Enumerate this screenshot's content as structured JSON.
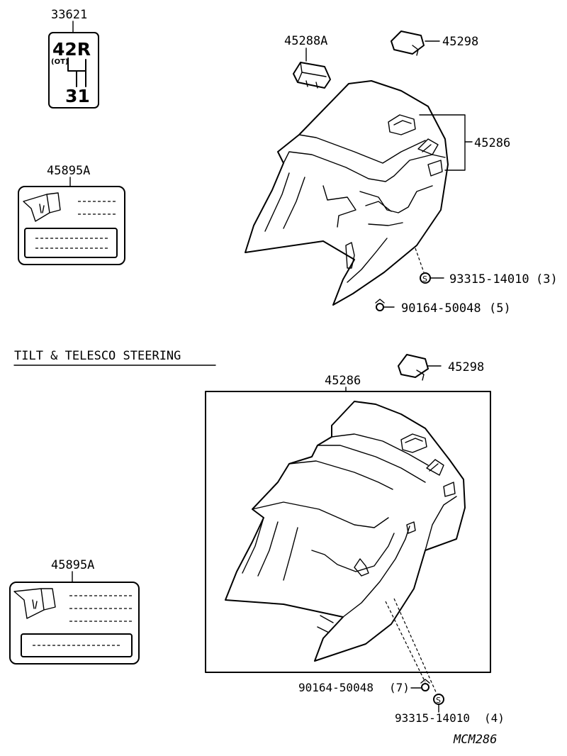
{
  "top_section": {
    "shift_plate": {
      "part_no": "33621",
      "pattern_top": "42R",
      "pattern_note": "(OT)",
      "pattern_bottom": "31"
    },
    "label_plate": {
      "part_no": "45895A"
    },
    "cover_lower": {
      "part_no": "45286"
    },
    "retainer": {
      "part_no": "45288A"
    },
    "cap": {
      "part_no": "45298"
    },
    "screw": {
      "part_no": "93315-14010",
      "qty": "(3)"
    },
    "clip": {
      "part_no": "90164-50048",
      "qty": "(5)"
    }
  },
  "bottom_section": {
    "heading": "TILT & TELESCO STEERING",
    "cap": {
      "part_no": "45298"
    },
    "cover_assy": {
      "part_no": "45286"
    },
    "label_plate": {
      "part_no": "45895A"
    },
    "clip": {
      "part_no": "90164-50048",
      "qty": "(7)"
    },
    "screw": {
      "part_no": "93315-14010",
      "qty": "(4)"
    },
    "screw_symbol": "S"
  },
  "drawing_code": "MCM286"
}
